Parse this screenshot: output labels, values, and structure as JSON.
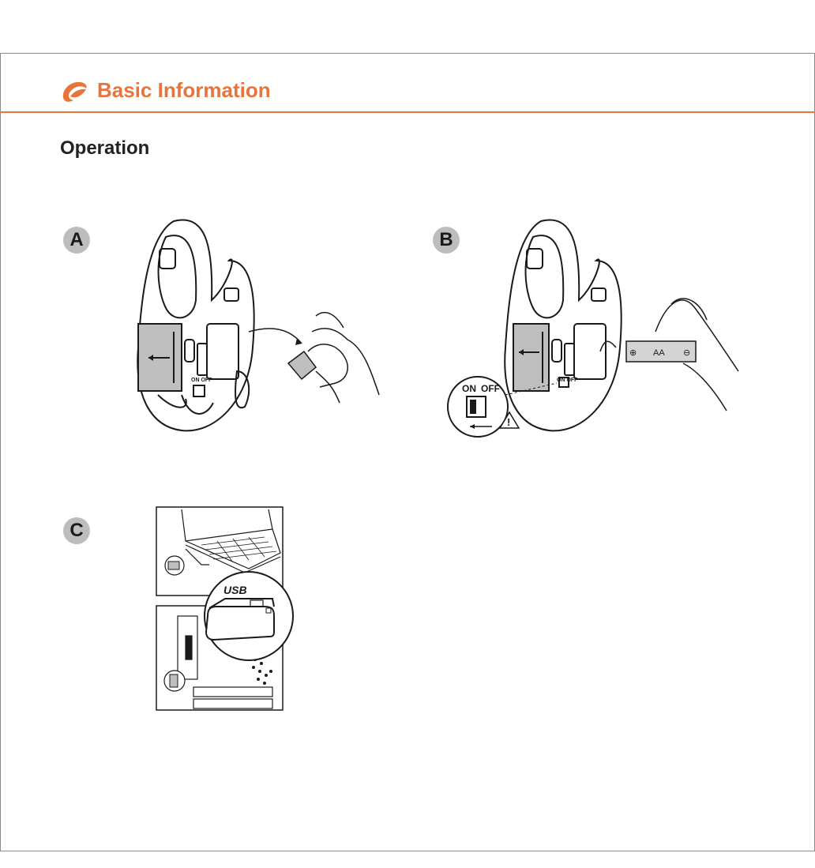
{
  "header": {
    "title": "Basic Information",
    "accent_color": "#e8743b"
  },
  "section": {
    "title": "Operation"
  },
  "steps": [
    {
      "badge": "A",
      "icon": "mouse-receiver-removal-illustration"
    },
    {
      "badge": "B",
      "icon": "mouse-battery-install-illustration",
      "switch_on": "ON",
      "switch_off": "OFF",
      "battery_label": "AA"
    },
    {
      "badge": "C",
      "icon": "usb-receiver-plug-in-illustration",
      "usb_label": "USB"
    }
  ]
}
